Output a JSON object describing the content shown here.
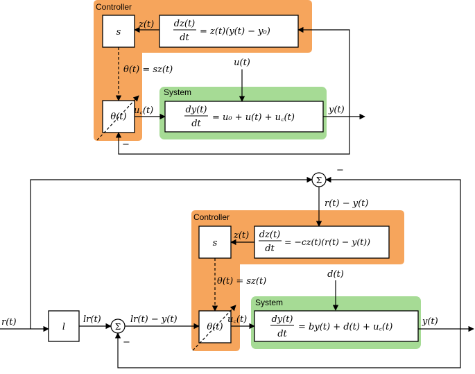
{
  "colors": {
    "controller_region": "#f6a55c",
    "system_region": "#a6db95",
    "stroke": "#000000",
    "block_fill": "#ffffff"
  },
  "top_diagram": {
    "controller_label": "Controller",
    "system_label": "System",
    "s_block": "s",
    "z_ode": {
      "lhs_num": "dz(t)",
      "lhs_den": "dt",
      "rhs": "= z(t)(y(t) − y₀)"
    },
    "z_signal": "z(t)",
    "theta_eq": "θ(t) = sz(t)",
    "theta_block": "θ(t)",
    "uc_signal": "u꜀(t)",
    "u_input": "u(t)",
    "y_ode": {
      "lhs_num": "dy(t)",
      "lhs_den": "dt",
      "rhs": "= u₀ + u(t) + u꜀(t)"
    },
    "y_output": "y(t)",
    "feedback_sign": "−"
  },
  "bottom_diagram": {
    "controller_label": "Controller",
    "system_label": "System",
    "sum_symbol": "Σ",
    "top_sum_sign": "−",
    "error_signal": "r(t) − y(t)",
    "s_block": "s",
    "z_signal": "z(t)",
    "z_ode": {
      "lhs_num": "dz(t)",
      "lhs_den": "dt",
      "rhs": "= −cz(t)(r(t) − y(t))"
    },
    "theta_eq": "θ(t) = sz(t)",
    "d_input": "d(t)",
    "r_input": "r(t)",
    "l_block": "l",
    "lr_signal": "lr(t)",
    "lr_error": "lr(t) − y(t)",
    "theta_block": "θ(t)",
    "uc_signal": "u꜀(t)",
    "y_ode": {
      "lhs_num": "dy(t)",
      "lhs_den": "dt",
      "rhs": "= by(t) + d(t) + u꜀(t)"
    },
    "y_output": "y(t)",
    "bottom_sum_sign": "−"
  }
}
